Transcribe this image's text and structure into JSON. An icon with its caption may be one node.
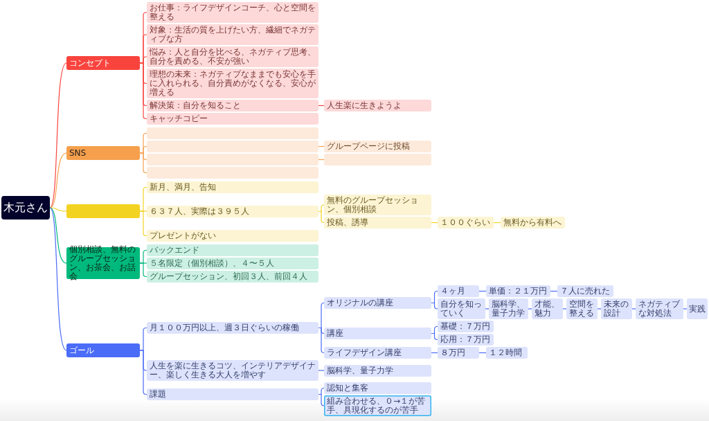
{
  "diagram": {
    "nodes": [
      {
        "text": [
          "木元さん"
        ]
      },
      {
        "text": [
          "コンセプト"
        ]
      },
      {
        "text": [
          "お仕事：ライフデザインコーチ、心と空間を整える"
        ]
      },
      {
        "text": [
          "対象：生活の質を上げたい方、繊細でネガティブな方"
        ]
      },
      {
        "text": [
          "悩み：人と自分を比べる、ネガティブ思考、自分を責める、不安が強い"
        ]
      },
      {
        "text": [
          "理想の未来：ネガティブなままでも安心を手に入れられる、自分責めがなくなる、安心が増える"
        ]
      },
      {
        "text": [
          "解決策：自分を知ること"
        ]
      },
      {
        "text": [
          "人生楽に生きようよ"
        ]
      },
      {
        "text": [
          "キャッチコピー"
        ]
      },
      {
        "text": [
          "SNS"
        ]
      },
      {
        "text": [],
        "shape": "box"
      },
      {
        "text": [],
        "shape": "box"
      },
      {
        "text": [
          "グループページに投稿"
        ]
      },
      {
        "text": [],
        "shape": "box"
      },
      {
        "text": [],
        "shape": "box"
      },
      {
        "text": [],
        "shape": "box"
      },
      {
        "text": [],
        "shape": "box"
      },
      {
        "text": [
          "新月、満月、告知"
        ]
      },
      {
        "text": [
          "６３７人、実際は３９５人"
        ]
      },
      {
        "text": [
          "無料のグループセッション、個別相談"
        ]
      },
      {
        "text": [
          "投稿、誘導"
        ]
      },
      {
        "text": [
          "１００ぐらい"
        ]
      },
      {
        "text": [
          "無料から有料へ"
        ]
      },
      {
        "text": [
          "プレゼントがない"
        ]
      },
      {
        "text": [
          "個別相談、無料のグループセッション、お茶会、お話会"
        ]
      },
      {
        "text": [
          "バックエンド"
        ]
      },
      {
        "text": [
          "５名限定（個別相談）、４〜５人"
        ]
      },
      {
        "text": [
          "グループセッション、初回３人、前回４人"
        ]
      },
      {
        "text": [
          "ゴール"
        ]
      },
      {
        "text": [
          "月１００万円以上、週３日ぐらいの稼働"
        ]
      },
      {
        "text": [
          "オリジナルの講座"
        ]
      },
      {
        "text": [
          "４ヶ月"
        ]
      },
      {
        "text": [
          "単価：２１万円"
        ]
      },
      {
        "text": [
          "７人に売れた"
        ]
      },
      {
        "text": [
          "自分を知っていく"
        ]
      },
      {
        "text": [
          "脳科学、量子力学"
        ]
      },
      {
        "text": [
          "才能、魅力"
        ]
      },
      {
        "text": [
          "空間を整える"
        ]
      },
      {
        "text": [
          "未来の設計"
        ]
      },
      {
        "text": [
          "ネガティブな対処法"
        ]
      },
      {
        "text": [
          "実践"
        ]
      },
      {
        "text": [
          "講座"
        ]
      },
      {
        "text": [
          "基礎：７万円"
        ]
      },
      {
        "text": [
          "応用：７万円"
        ]
      },
      {
        "text": [
          "ライフデザイン講座"
        ]
      },
      {
        "text": [
          "８万円"
        ]
      },
      {
        "text": [
          "１２時間"
        ]
      },
      {
        "text": [
          "人生を楽に生きるコツ、インテリアデザイナー、楽しく生きる大人を増やす"
        ]
      },
      {
        "text": [
          "脳科学、量子力学"
        ]
      },
      {
        "text": [
          "課題"
        ]
      },
      {
        "text": [
          "認知と集客"
        ]
      },
      {
        "text": [
          "組み合わせる、０→１が苦手、具現化するのが苦手"
        ]
      }
    ],
    "edges": [
      {
        "from": 0,
        "to": 1,
        "arrow": "none",
        "color": "#f9443e"
      },
      {
        "from": 0,
        "to": 9,
        "arrow": "none",
        "color": "#f6a04d"
      },
      {
        "from": 0,
        "to": 16,
        "arrow": "none",
        "color": "#f3d322"
      },
      {
        "from": 0,
        "to": 24,
        "arrow": "none",
        "color": "#00b97c"
      },
      {
        "from": 0,
        "to": 28,
        "arrow": "none"
      },
      {
        "from": 1,
        "to": 2,
        "arrow": "none",
        "color": "#f9443e"
      },
      {
        "from": 1,
        "to": 3,
        "arrow": "none",
        "color": "#f9443e"
      },
      {
        "from": 1,
        "to": 4,
        "arrow": "none",
        "color": "#f9443e"
      },
      {
        "from": 1,
        "to": 5,
        "arrow": "none",
        "color": "#f9443e"
      },
      {
        "from": 1,
        "to": 6,
        "arrow": "none",
        "color": "#f9443e"
      },
      {
        "from": 6,
        "to": 7,
        "arrow": "none",
        "color": "#f9443e"
      },
      {
        "from": 1,
        "to": 8,
        "arrow": "none",
        "color": "#f9443e"
      },
      {
        "from": 9,
        "to": 10,
        "arrow": "none",
        "color": "#f6a04d"
      },
      {
        "from": 9,
        "to": 11,
        "arrow": "none",
        "color": "#f6a04d"
      },
      {
        "from": 11,
        "to": 12,
        "arrow": "none",
        "color": "#f6a04d"
      },
      {
        "from": 9,
        "to": 13,
        "arrow": "none",
        "color": "#f6a04d"
      },
      {
        "from": 13,
        "to": 14,
        "arrow": "none",
        "color": "#f6a04d"
      },
      {
        "from": 9,
        "to": 15,
        "arrow": "none",
        "color": "#f6a04d"
      },
      {
        "from": 16,
        "to": 17,
        "arrow": "none",
        "color": "#f3d322"
      },
      {
        "from": 16,
        "to": 18,
        "arrow": "none",
        "color": "#f3d322"
      },
      {
        "from": 18,
        "to": 19,
        "arrow": "none",
        "color": "#f3d322"
      },
      {
        "from": 18,
        "to": 20,
        "arrow": "none",
        "color": "#f3d322"
      },
      {
        "from": 20,
        "to": 21,
        "arrow": "none",
        "color": "#f3d322"
      },
      {
        "from": 21,
        "to": 22,
        "arrow": "none",
        "color": "#f3d322"
      },
      {
        "from": 16,
        "to": 23,
        "arrow": "none",
        "color": "#f3d322"
      },
      {
        "from": 24,
        "to": 25,
        "arrow": "none",
        "color": "#00b97c"
      },
      {
        "from": 24,
        "to": 26,
        "arrow": "none",
        "color": "#00b97c"
      },
      {
        "from": 24,
        "to": 27,
        "arrow": "none",
        "color": "#00b97c"
      },
      {
        "from": 28,
        "to": 29,
        "arrow": "none"
      },
      {
        "from": 29,
        "to": 30,
        "arrow": "none"
      },
      {
        "from": 30,
        "to": 31,
        "arrow": "none"
      },
      {
        "from": 31,
        "to": 32,
        "arrow": "none"
      },
      {
        "from": 32,
        "to": 33,
        "arrow": "none"
      },
      {
        "from": 30,
        "to": 34,
        "arrow": "none"
      },
      {
        "from": 34,
        "to": 35,
        "arrow": "none"
      },
      {
        "from": 35,
        "to": 36,
        "arrow": "none"
      },
      {
        "from": 36,
        "to": 37,
        "arrow": "none"
      },
      {
        "from": 37,
        "to": 38,
        "arrow": "none"
      },
      {
        "from": 38,
        "to": 39,
        "arrow": "none"
      },
      {
        "from": 39,
        "to": 40,
        "arrow": "none"
      },
      {
        "from": 29,
        "to": 41,
        "arrow": "none"
      },
      {
        "from": 41,
        "to": 42,
        "arrow": "none"
      },
      {
        "from": 41,
        "to": 43,
        "arrow": "none"
      },
      {
        "from": 29,
        "to": 44,
        "arrow": "none"
      },
      {
        "from": 44,
        "to": 45,
        "arrow": "none"
      },
      {
        "from": 45,
        "to": 46,
        "arrow": "none"
      },
      {
        "from": 28,
        "to": 47,
        "arrow": "none"
      },
      {
        "from": 47,
        "to": 48,
        "arrow": "none"
      },
      {
        "from": 28,
        "to": 49,
        "arrow": "none"
      },
      {
        "from": 49,
        "to": 50,
        "arrow": "none"
      },
      {
        "from": 49,
        "to": 51,
        "arrow": "none"
      }
    ]
  }
}
